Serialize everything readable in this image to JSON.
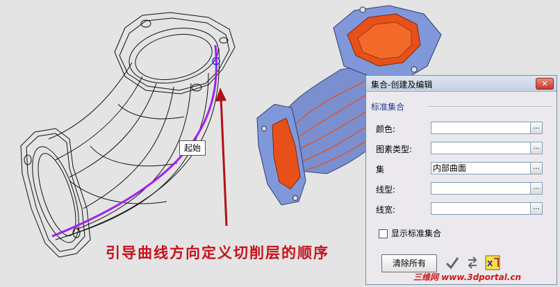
{
  "callout_label": "起始",
  "caption": "引导曲线方向定义切削层的顺序",
  "dialog": {
    "title": "集合-创建及编辑",
    "close_symbol": "✕",
    "group_label": "标准集合",
    "rows": [
      {
        "label": "颜色:",
        "value": ""
      },
      {
        "label": "图素类型:",
        "value": ""
      },
      {
        "label": "集",
        "value": "内部曲面"
      },
      {
        "label": "线型:",
        "value": ""
      },
      {
        "label": "线宽:",
        "value": ""
      }
    ],
    "browse_label": "...",
    "checkbox_label": "显示标准集合",
    "checkbox_checked": false,
    "clear_all_label": "清除所有"
  },
  "icons": [
    "check-icon",
    "swap-icon",
    "xml-icon"
  ],
  "watermark": "三维网 www.3dportal.cn",
  "colors": {
    "guide_curve": "#a020f0",
    "arrow": "#b21016",
    "solid_blue": "#6f86c8",
    "cut_orange": "#e8501a"
  }
}
